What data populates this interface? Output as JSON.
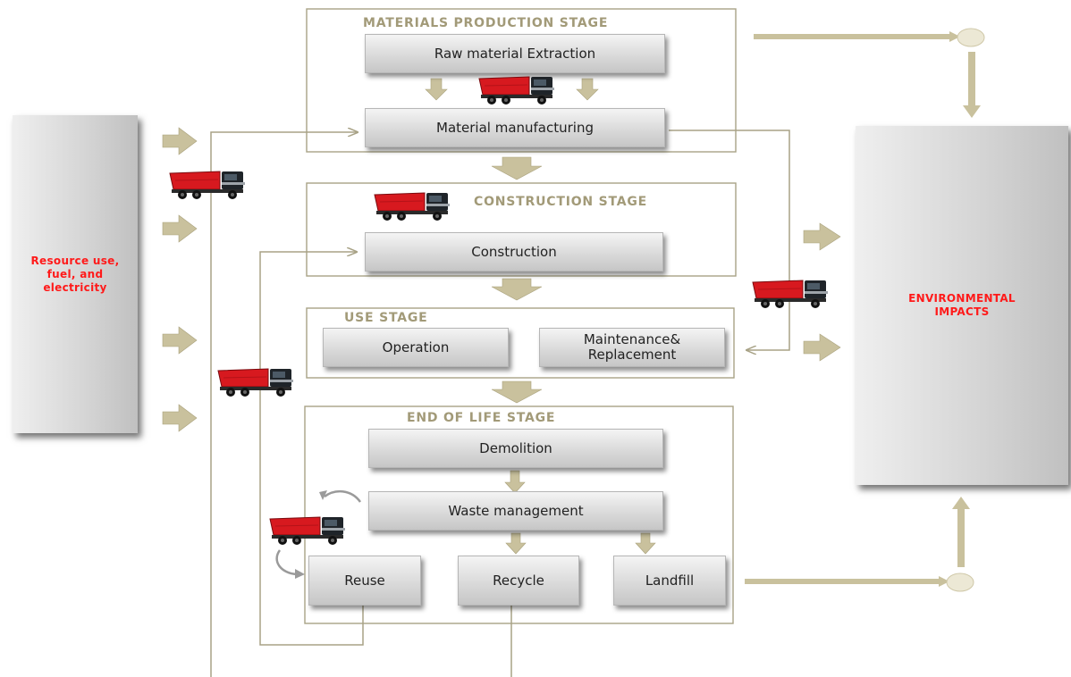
{
  "resource_box": {
    "label": "Resource use, fuel, and electricity"
  },
  "impacts_box": {
    "label": "ENVIRONMENTAL IMPACTS"
  },
  "stages": {
    "materials": {
      "title": "MATERIALS PRODUCTION STAGE",
      "steps": {
        "extraction": "Raw material Extraction",
        "manufacturing": "Material manufacturing"
      }
    },
    "construction": {
      "title": "CONSTRUCTION STAGE",
      "steps": {
        "construction": "Construction"
      }
    },
    "use": {
      "title": "USE STAGE",
      "steps": {
        "operation": "Operation",
        "maintenance": "Maintenance& Replacement"
      }
    },
    "end_of_life": {
      "title": "END OF LIFE STAGE",
      "steps": {
        "demolition": "Demolition",
        "waste": "Waste management",
        "reuse": "Reuse",
        "recycle": "Recycle",
        "landfill": "Landfill"
      }
    }
  },
  "colors": {
    "arrow": "#c9c19d",
    "arrow_stroke": "#aaa27d",
    "stage_title": "#a29a78",
    "highlight_text": "#ff1a1a",
    "truck_body": "#d7191f",
    "frame_line": "#a8a286"
  },
  "icons": {
    "truck": "dump-truck-icon",
    "recycle_loop": "curved-arrow-icon"
  }
}
